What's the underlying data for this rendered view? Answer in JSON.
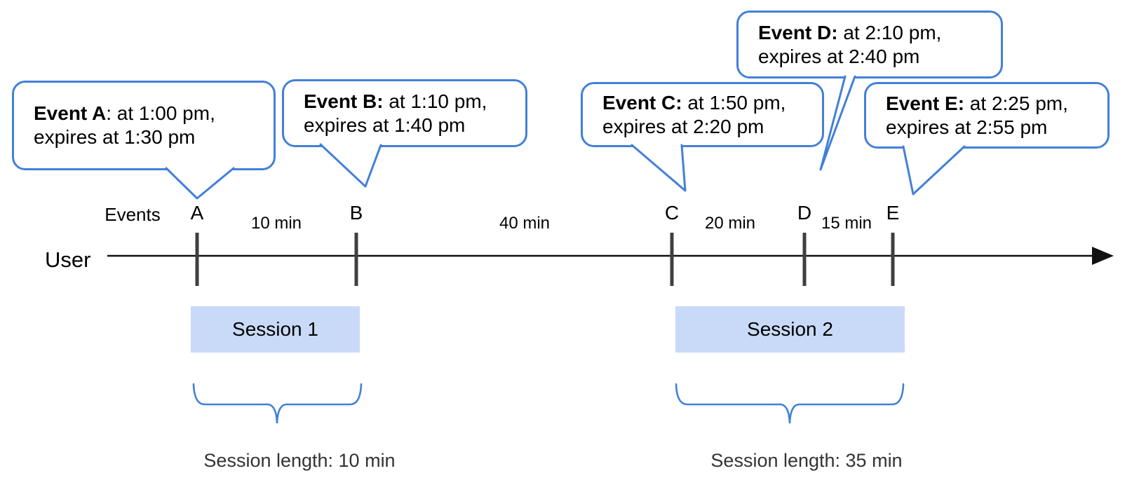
{
  "diagram": {
    "timeline": {
      "events_axis_label": "Events",
      "user_label": "User",
      "tick_labels": [
        "A",
        "B",
        "C",
        "D",
        "E"
      ],
      "gap_labels": [
        "10 min",
        "40 min",
        "20 min",
        "15 min"
      ]
    },
    "callouts": [
      {
        "bold": "Event A",
        "rest": ": at 1:00 pm,",
        "line2": "expires at 1:30 pm"
      },
      {
        "bold": "Event B:",
        "rest": " at 1:10 pm,",
        "line2": "expires at 1:40 pm"
      },
      {
        "bold": "Event C:",
        "rest": " at 1:50 pm,",
        "line2": "expires at 2:20 pm"
      },
      {
        "bold": "Event D:",
        "rest": " at 2:10 pm,",
        "line2": "expires at 2:40 pm"
      },
      {
        "bold": "Event E:",
        "rest": " at 2:25 pm,",
        "line2": "expires at 2:55 pm"
      }
    ],
    "sessions": [
      {
        "label": "Session 1",
        "length_label": "Session length: 10 min"
      },
      {
        "label": "Session 2",
        "length_label": "Session length: 35 min"
      }
    ],
    "colors": {
      "accent_blue": "#4280d8",
      "session_fill": "#c9daf8",
      "tick_gray": "#3f3f3f",
      "line_black": "#111111"
    }
  }
}
